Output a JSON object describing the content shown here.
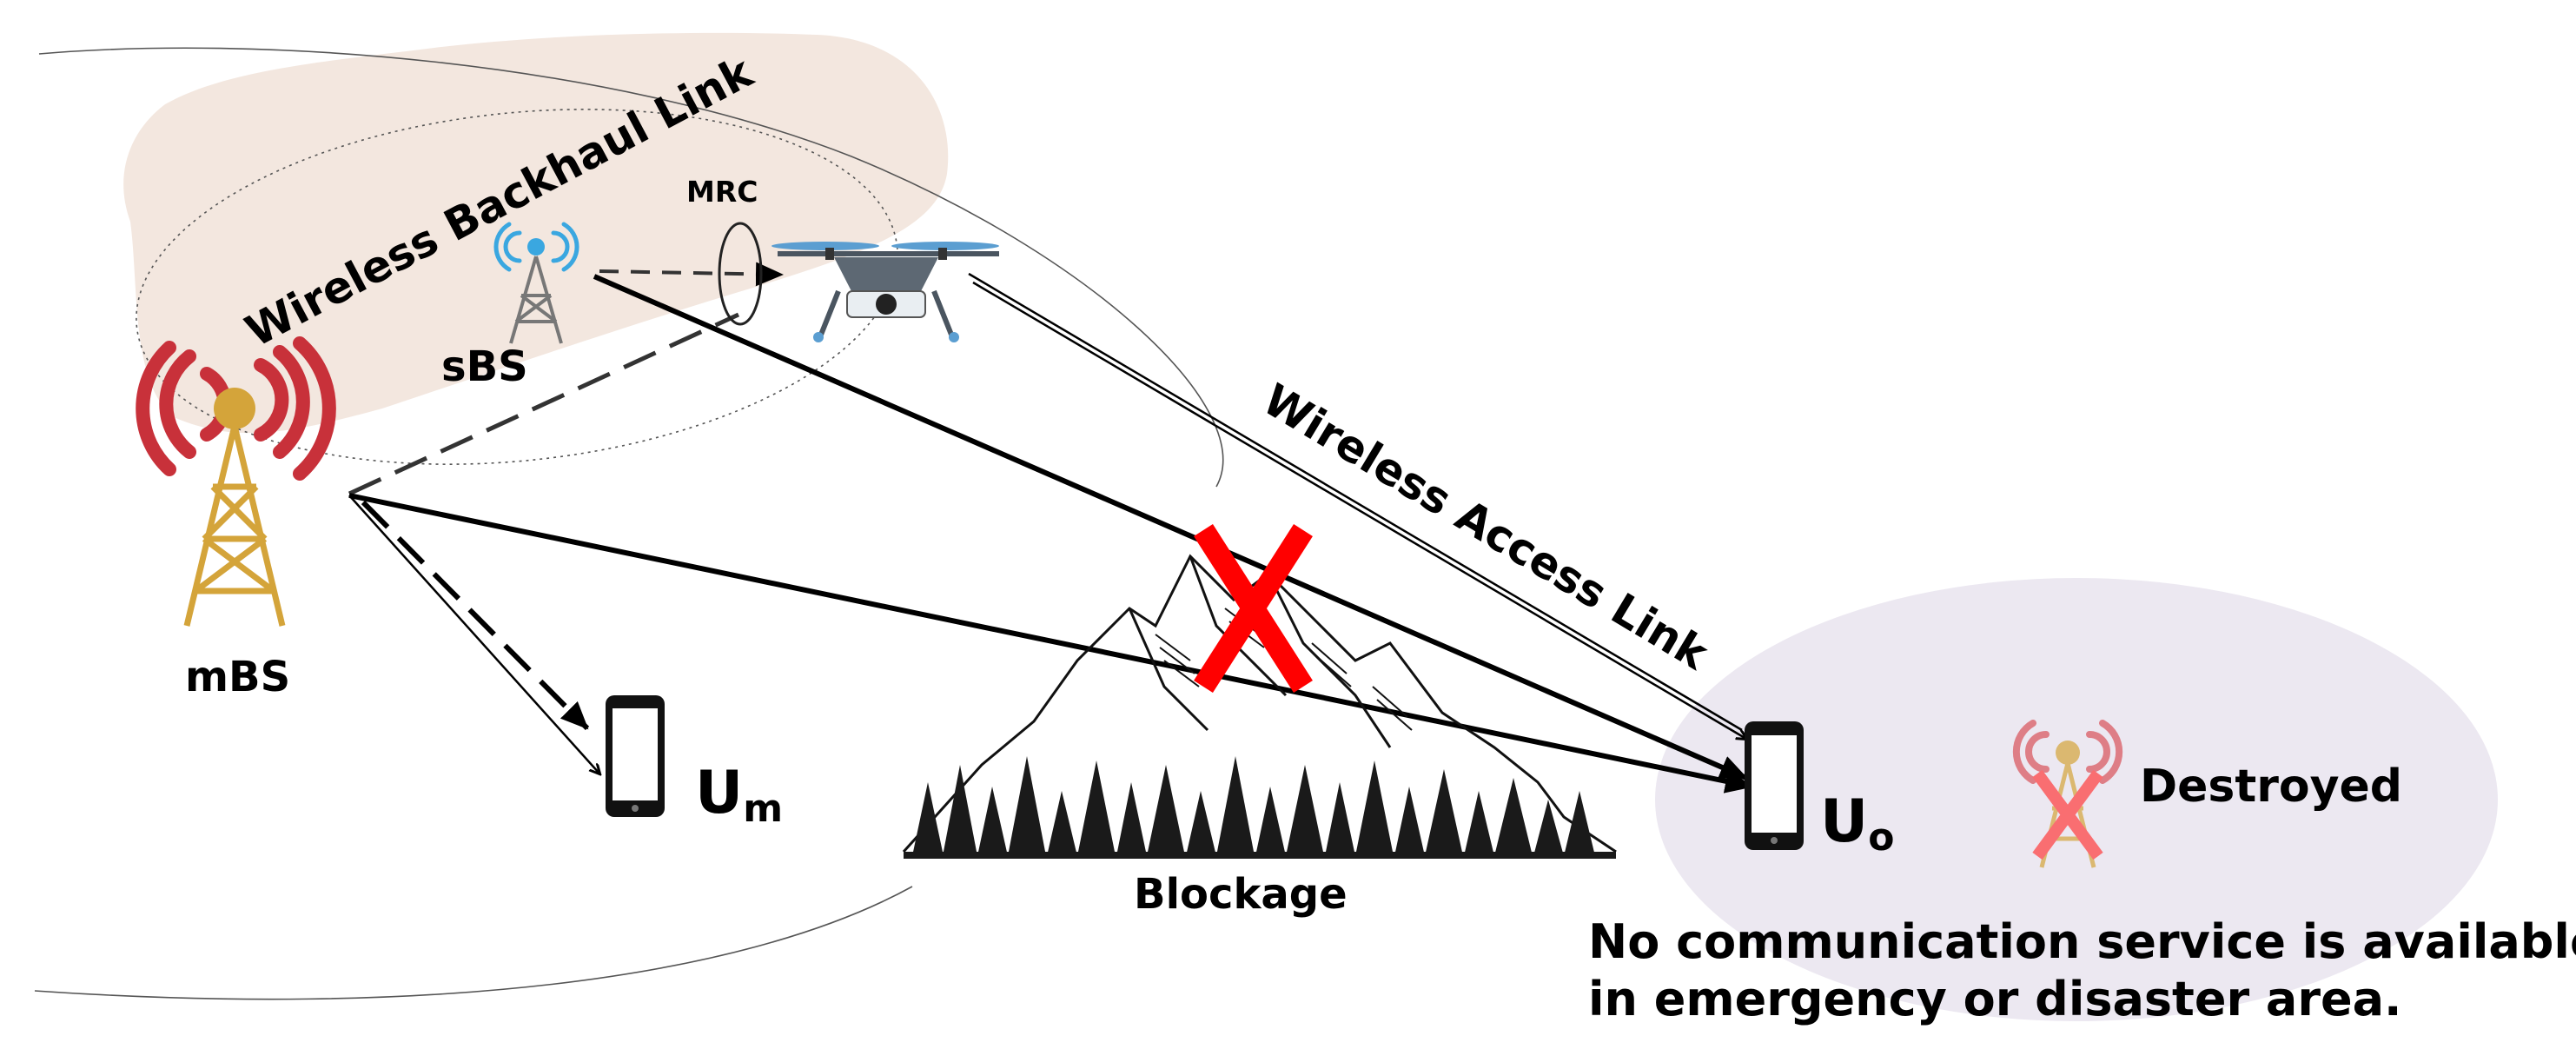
{
  "labels": {
    "backhaul_link": "Wireless Backhaul Link",
    "access_link": "Wireless Access Link",
    "mrc": "MRC",
    "sbs": "sBS",
    "mbs": "mBS",
    "um_main": "U",
    "um_sub": "m",
    "uo_main": "U",
    "uo_sub": "o",
    "blockage": "Blockage",
    "destroyed": "Destroyed",
    "note_line1": "No communication service is available",
    "note_line2": "in emergency or  disaster area."
  },
  "colors": {
    "mbs_waves": "#c8313a",
    "tower_gold": "#d4a43a",
    "sbs_waves": "#3aa7e0",
    "blocked_x": "#ff0000",
    "backhaul_zone": "#f3e7df",
    "disaster_zone": "#ece8f1"
  },
  "icons": [
    "macro-tower-icon",
    "small-cell-tower-icon",
    "drone-icon",
    "phone-icon",
    "mountain-icon",
    "destroyed-tower-icon"
  ]
}
